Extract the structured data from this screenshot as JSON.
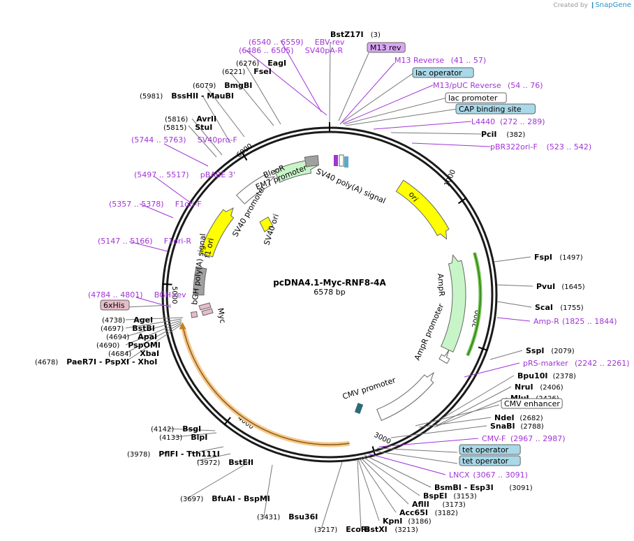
{
  "credit": {
    "prefix": "Created by",
    "brand": "SnapGene"
  },
  "plasmid": {
    "name": "pcDNA4.1-Myc-RNF8-4A",
    "size": "6578 bp"
  },
  "ticks": [
    "1000",
    "2000",
    "3000",
    "4000",
    "5000",
    "6000"
  ],
  "inner_labels": [
    "SV40 poly(A) signal",
    "ori",
    "AmpR",
    "AmpR promoter",
    "CMV promoter",
    "SV40 ori",
    "SV40 promoter",
    "EM7 promoter",
    "BleoR",
    "f1 ori",
    "bGH poly(A) signal",
    "Myc"
  ],
  "callouts": [
    {
      "kind": "enzyme",
      "name": "BstZ17I",
      "pos": "(3)"
    },
    {
      "kind": "feature-purple",
      "name": "M13 rev"
    },
    {
      "kind": "primer",
      "name": "M13 Reverse",
      "pos": "(41 .. 57)"
    },
    {
      "kind": "feature-blue",
      "name": "lac operator"
    },
    {
      "kind": "primer",
      "name": "M13/pUC Reverse",
      "pos": "(54 .. 76)"
    },
    {
      "kind": "feature-white",
      "name": "lac promoter"
    },
    {
      "kind": "feature-blue",
      "name": "CAP binding site"
    },
    {
      "kind": "primer",
      "name": "L4440",
      "pos": "(272 .. 289)"
    },
    {
      "kind": "enzyme",
      "name": "PciI",
      "pos": "(382)"
    },
    {
      "kind": "primer",
      "name": "pBR322ori-F",
      "pos": "(523 .. 542)"
    },
    {
      "kind": "enzyme",
      "name": "FspI",
      "pos": "(1497)"
    },
    {
      "kind": "enzyme",
      "name": "PvuI",
      "pos": "(1645)"
    },
    {
      "kind": "enzyme",
      "name": "ScaI",
      "pos": "(1755)"
    },
    {
      "kind": "primer",
      "name": "Amp-R",
      "pos": "(1825 .. 1844)"
    },
    {
      "kind": "enzyme",
      "name": "SspI",
      "pos": "(2079)"
    },
    {
      "kind": "primer",
      "name": "pRS-marker",
      "pos": "(2242 .. 2261)"
    },
    {
      "kind": "enzyme",
      "name": "Bpu10I",
      "pos": "(2378)"
    },
    {
      "kind": "enzyme",
      "name": "NruI",
      "pos": "(2406)"
    },
    {
      "kind": "enzyme",
      "name": "MluI",
      "pos": "(2426)"
    },
    {
      "kind": "feature-white",
      "name": "CMV enhancer"
    },
    {
      "kind": "enzyme",
      "name": "NdeI",
      "pos": "(2682)"
    },
    {
      "kind": "enzyme",
      "name": "SnaBI",
      "pos": "(2788)"
    },
    {
      "kind": "primer",
      "name": "CMV-F",
      "pos": "(2967 .. 2987)"
    },
    {
      "kind": "feature-blue",
      "name": "tet operator"
    },
    {
      "kind": "feature-blue",
      "name": "tet operator"
    },
    {
      "kind": "primer",
      "name": "LNCX",
      "pos": "(3067 .. 3091)"
    },
    {
      "kind": "enzyme",
      "name": "BsmBI  - Esp3I",
      "pos": "(3091)"
    },
    {
      "kind": "enzyme",
      "name": "BspEI",
      "pos": "(3153)"
    },
    {
      "kind": "enzyme",
      "name": "AflII",
      "pos": "(3173)"
    },
    {
      "kind": "enzyme",
      "name": "Acc65I",
      "pos": "(3182)"
    },
    {
      "kind": "enzyme",
      "name": "KpnI",
      "pos": "(3186)"
    },
    {
      "kind": "enzyme",
      "name": "BstXI",
      "pos": "(3213)"
    },
    {
      "kind": "enzyme",
      "name": "EcoRI",
      "pos": "(3217)"
    },
    {
      "kind": "enzyme",
      "name": "Bsu36I",
      "pos": "(3431)"
    },
    {
      "kind": "enzyme",
      "name": "BfuAI  - BspMI",
      "pos": "(3697)"
    },
    {
      "kind": "enzyme",
      "name": "BstEII",
      "pos": "(3972)"
    },
    {
      "kind": "enzyme",
      "name": "PflFI  - Tth111I",
      "pos": "(3978)"
    },
    {
      "kind": "enzyme",
      "name": "BlpI",
      "pos": "(4133)"
    },
    {
      "kind": "enzyme",
      "name": "BsgI",
      "pos": "(4142)"
    },
    {
      "kind": "enzyme",
      "name": "PaeR7I  - PspXI  - XhoI",
      "pos": "(4678)"
    },
    {
      "kind": "enzyme",
      "name": "XbaI",
      "pos": "(4684)"
    },
    {
      "kind": "enzyme",
      "name": "PspOMI",
      "pos": "(4690)"
    },
    {
      "kind": "enzyme",
      "name": "ApaI",
      "pos": "(4694)"
    },
    {
      "kind": "enzyme",
      "name": "BstBI",
      "pos": "(4697)"
    },
    {
      "kind": "enzyme",
      "name": "AgeI",
      "pos": "(4738)"
    },
    {
      "kind": "feature-pink",
      "name": "6xHis"
    },
    {
      "kind": "primer",
      "name": "BGH-rev",
      "pos": "(4784 .. 4801)"
    },
    {
      "kind": "primer",
      "name": "F1ori-R",
      "pos": "(5147 .. 5166)"
    },
    {
      "kind": "primer",
      "name": "F1ori-F",
      "pos": "(5357 .. 5378)"
    },
    {
      "kind": "primer",
      "name": "pBABE 3'",
      "pos": "(5497 .. 5517)"
    },
    {
      "kind": "primer",
      "name": "SV40pro-F",
      "pos": "(5744 .. 5763)"
    },
    {
      "kind": "enzyme",
      "name": "StuI",
      "pos": "(5815)"
    },
    {
      "kind": "enzyme",
      "name": "AvrII",
      "pos": "(5816)"
    },
    {
      "kind": "enzyme",
      "name": "BssHII  - MauBI",
      "pos": "(5981)"
    },
    {
      "kind": "enzyme",
      "name": "BmgBI",
      "pos": "(6079)"
    },
    {
      "kind": "enzyme",
      "name": "FseI",
      "pos": "(6221)"
    },
    {
      "kind": "enzyme",
      "name": "EagI",
      "pos": "(6276)"
    },
    {
      "kind": "primer",
      "name": "SV40pA-R",
      "pos": "(6486 .. 6505)"
    },
    {
      "kind": "primer",
      "name": "EBV-rev",
      "pos": "(6540 .. 6559)"
    }
  ],
  "colors": {
    "primer": "#a133d6",
    "blue_box": "#a9d8e8",
    "purple_box": "#d9a8f2",
    "pink_box": "#e7bcc8",
    "yellow": "#ffff00",
    "green": "#c8f5c8",
    "amp_green": "#6cc24a",
    "orange": "#f6c98a",
    "grey": "#a0a0a0",
    "backbone": "#1a1a1a"
  }
}
